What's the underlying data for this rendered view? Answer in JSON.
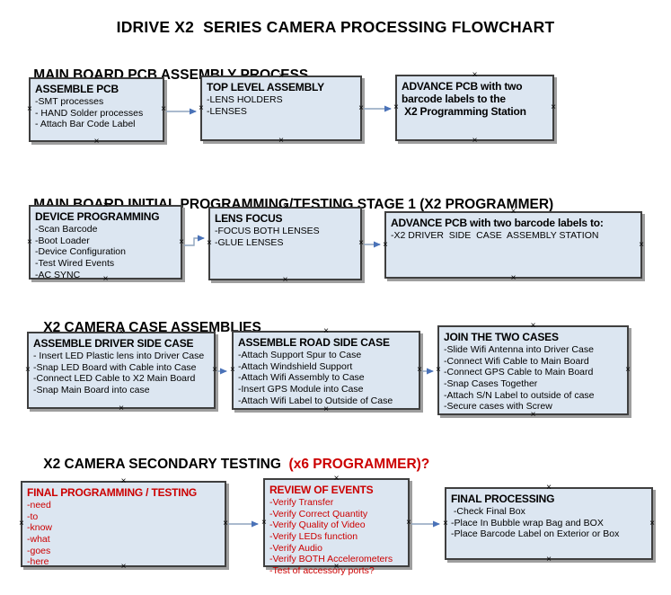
{
  "title": "IDRIVE X2  SERIES CAMERA PROCESSING FLOWCHART",
  "colors": {
    "box_fill": "#dce6f1",
    "box_border": "#3f3f3f",
    "box_shadow": "#9e9e9e",
    "arrow_line": "#8ea4bd",
    "arrow_head": "#4a72b8",
    "red_text": "#cc0000",
    "black_text": "#000000"
  },
  "icons": {
    "connection_marker": "×",
    "arrow_head_shape": "right-triangle"
  },
  "sections": [
    {
      "heading": "MAIN BOARD PCB ASSEMBLY PROCESS",
      "heading_red": "",
      "boxes": [
        {
          "title": "ASSEMBLE PCB",
          "items": [
            "-SMT processes",
            "- HAND Solder processes",
            "- Attach Bar Code Label"
          ]
        },
        {
          "title": "TOP LEVEL ASSEMBLY",
          "items": [
            "-LENS HOLDERS",
            "-LENSES"
          ]
        },
        {
          "title": "ADVANCE PCB with two\nbarcode labels to the\n X2 Programming Station",
          "items": []
        }
      ]
    },
    {
      "heading": "MAIN BOARD INITIAL PROGRAMMING/TESTING STAGE 1 (X2 PROGRAMMER)",
      "heading_red": "",
      "boxes": [
        {
          "title": "DEVICE PROGRAMMING",
          "items": [
            "-Scan Barcode",
            "-Boot Loader",
            "-Device Configuration",
            "-Test Wired Events",
            "-AC SYNC"
          ]
        },
        {
          "title": "LENS FOCUS",
          "items": [
            "-FOCUS BOTH LENSES",
            "-GLUE LENSES"
          ]
        },
        {
          "title": "ADVANCE PCB with two barcode labels to:",
          "items": [
            "-X2 DRIVER  SIDE  CASE  ASSEMBLY STATION"
          ]
        }
      ]
    },
    {
      "heading": "X2 CAMERA CASE ASSEMBLIES",
      "heading_red": "",
      "boxes": [
        {
          "title": "ASSEMBLE DRIVER SIDE CASE",
          "items": [
            "- Insert LED Plastic lens into Driver Case",
            "-Snap LED Board with Cable into Case",
            "-Connect LED Cable to X2 Main Board",
            "-Snap Main Board into case"
          ]
        },
        {
          "title": "ASSEMBLE ROAD SIDE CASE",
          "items": [
            "-Attach Support Spur to Case",
            "-Attach Windshield Support",
            "-Attach Wifi Assembly to Case",
            "-Insert GPS Module into Case",
            "-Attach Wifi Label to Outside of Case"
          ]
        },
        {
          "title": "JOIN THE TWO CASES",
          "items": [
            "-Slide Wifi Antenna into Driver Case",
            "-Connect Wifi Cable to Main Board",
            "-Connect GPS Cable to Main Board",
            "-Snap Cases Together",
            "-Attach S/N Label to outside of case",
            "-Secure cases with Screw"
          ]
        }
      ]
    },
    {
      "heading": "X2 CAMERA SECONDARY TESTING ",
      "heading_red": " (x6 PROGRAMMER)?",
      "boxes": [
        {
          "title": "FINAL PROGRAMMING / TESTING",
          "items": [
            "-need",
            "-to",
            "-know",
            "-what",
            "-goes",
            "-here"
          ]
        },
        {
          "title": "REVIEW OF EVENTS",
          "items": [
            "-Verify Transfer",
            "-Verify Correct Quantity",
            "-Verify Quality of Video",
            "-Verify LEDs function",
            "-Verify Audio",
            "-Verify BOTH Accelerometers",
            "-Test of accessory ports?"
          ]
        },
        {
          "title": "FINAL PROCESSING",
          "items": [
            " -Check Final Box",
            "-Place In Bubble wrap Bag and BOX",
            "-Place Barcode Label on Exterior or Box"
          ]
        }
      ]
    }
  ]
}
